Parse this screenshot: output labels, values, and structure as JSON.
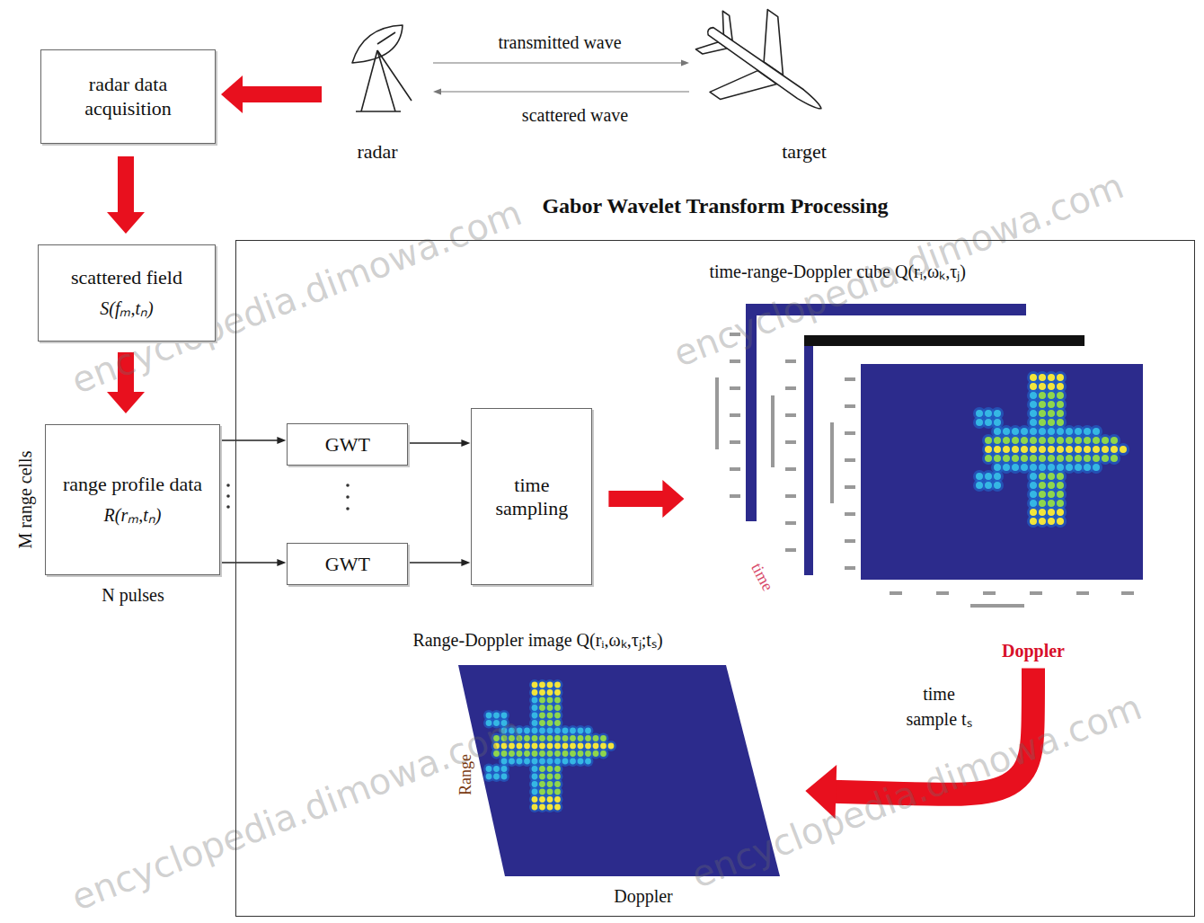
{
  "diagram": {
    "nodes": [
      {
        "text": [
          "radar data acquisition"
        ]
      },
      {
        "text": [
          "radar"
        ]
      },
      {
        "text": [
          "target"
        ]
      },
      {
        "text": [
          "scattered field",
          "S(fₘ,tₙ)"
        ]
      },
      {
        "text": [
          "range profile data",
          "R(rₘ,tₙ)"
        ]
      },
      {
        "text": [
          "Gabor Wavelet Transform Processing"
        ]
      },
      {
        "text": [
          "GWT"
        ],
        "in": 5
      },
      {
        "text": [
          "GWT"
        ],
        "in": 5
      },
      {
        "text": [
          "time sampling"
        ],
        "in": 5
      },
      {
        "text": [
          "time-range-Doppler cube Q(rᵢ,ωₖ,τⱼ)"
        ],
        "in": 5
      },
      {
        "text": [
          "Range-Doppler image Q(rᵢ,ωₖ,τⱼ;tₛ)"
        ],
        "in": 5
      }
    ],
    "edges": [
      {
        "from": 1,
        "to": 0,
        "arrow": "to"
      },
      {
        "from": 1,
        "to": 2,
        "label": "transmitted wave",
        "arrow": "to"
      },
      {
        "from": 2,
        "to": 1,
        "label": "scattered wave",
        "arrow": "to"
      },
      {
        "from": 0,
        "to": 3,
        "arrow": "to"
      },
      {
        "from": 3,
        "to": 4,
        "arrow": "to"
      },
      {
        "from": 4,
        "to": 6,
        "arrow": "to"
      },
      {
        "from": 4,
        "to": 7,
        "arrow": "to"
      },
      {
        "from": 6,
        "to": 8,
        "arrow": "to"
      },
      {
        "from": 7,
        "to": 8,
        "arrow": "to"
      },
      {
        "from": 8,
        "to": 9,
        "arrow": "to"
      },
      {
        "from": 9,
        "to": 10,
        "label": "time sample tₛ",
        "arrow": "to"
      }
    ],
    "labels": [
      "M range cells",
      "N pulses",
      "time",
      "Doppler",
      "Range",
      "Doppler",
      "encyclopedia.dimowa.com",
      "encyclopedia.dimowa.com",
      "encyclopedia.dimowa.com",
      "encyclopedia.dimowa.com"
    ]
  }
}
